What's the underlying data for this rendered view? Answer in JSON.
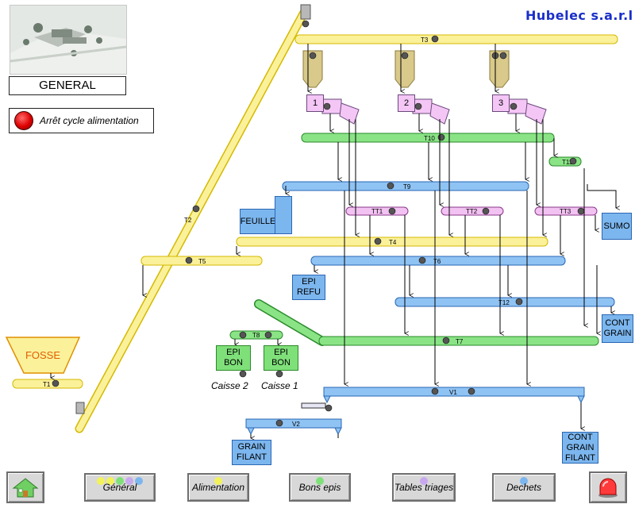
{
  "brand": "Hubelec s.a.r.l",
  "view_title": "GENERAL",
  "stop_button": {
    "label": "Arrêt cycle alimentation",
    "color": "#dd0000"
  },
  "tanks": {
    "fosse": "FOSSE",
    "feuille": "FEUILLE",
    "epi_refu": "EPI\nREFU",
    "cont_grain": "CONT\nGRAIN",
    "cont_grain_filant": "CONT\nGRAIN\nFILANT",
    "grain_filant": "GRAIN\nFILANT",
    "epi_bon_1": "EPI\nBON",
    "epi_bon_2": "EPI\nBON",
    "sumo": "SUMO"
  },
  "chutes": [
    "1",
    "2",
    "3"
  ],
  "caisses": [
    "Caisse 2",
    "Caisse 1"
  ],
  "conveyors": {
    "T1": "T1",
    "T2": "T2",
    "T3": "T3",
    "T4": "T4",
    "T5": "T5",
    "T6": "T6",
    "T7": "T7",
    "T8": "T8",
    "T9": "T9",
    "T10": "T10",
    "T11": "T11",
    "T12": "T12",
    "TT1": "TT1",
    "TT2": "TT2",
    "TT3": "TT3",
    "V1": "V1",
    "V2": "V2"
  },
  "nav": [
    {
      "label": "Général",
      "dots": [
        "#f2f25a",
        "#f2f25a",
        "#7fe07a",
        "#c8a8ee",
        "#7cb6ee"
      ]
    },
    {
      "label": "Alimentation",
      "dots": [
        "#f2f25a"
      ]
    },
    {
      "label": "Bons epis",
      "dots": [
        "#7fe07a"
      ]
    },
    {
      "label": "Tables triages",
      "dots": [
        "#c8a8ee"
      ]
    },
    {
      "label": "Dechets",
      "dots": [
        "#7cb6ee"
      ]
    }
  ],
  "icons": {
    "home": "home-icon",
    "alarm": "alarm-beacon-icon"
  },
  "colors": {
    "yellow_conveyor": "#fbf19a",
    "blue_conveyor": "#8fc3f3",
    "green_conveyor": "#8ae486",
    "pink_conveyor": "#f2c2f2",
    "brand": "#1a2fc9"
  }
}
